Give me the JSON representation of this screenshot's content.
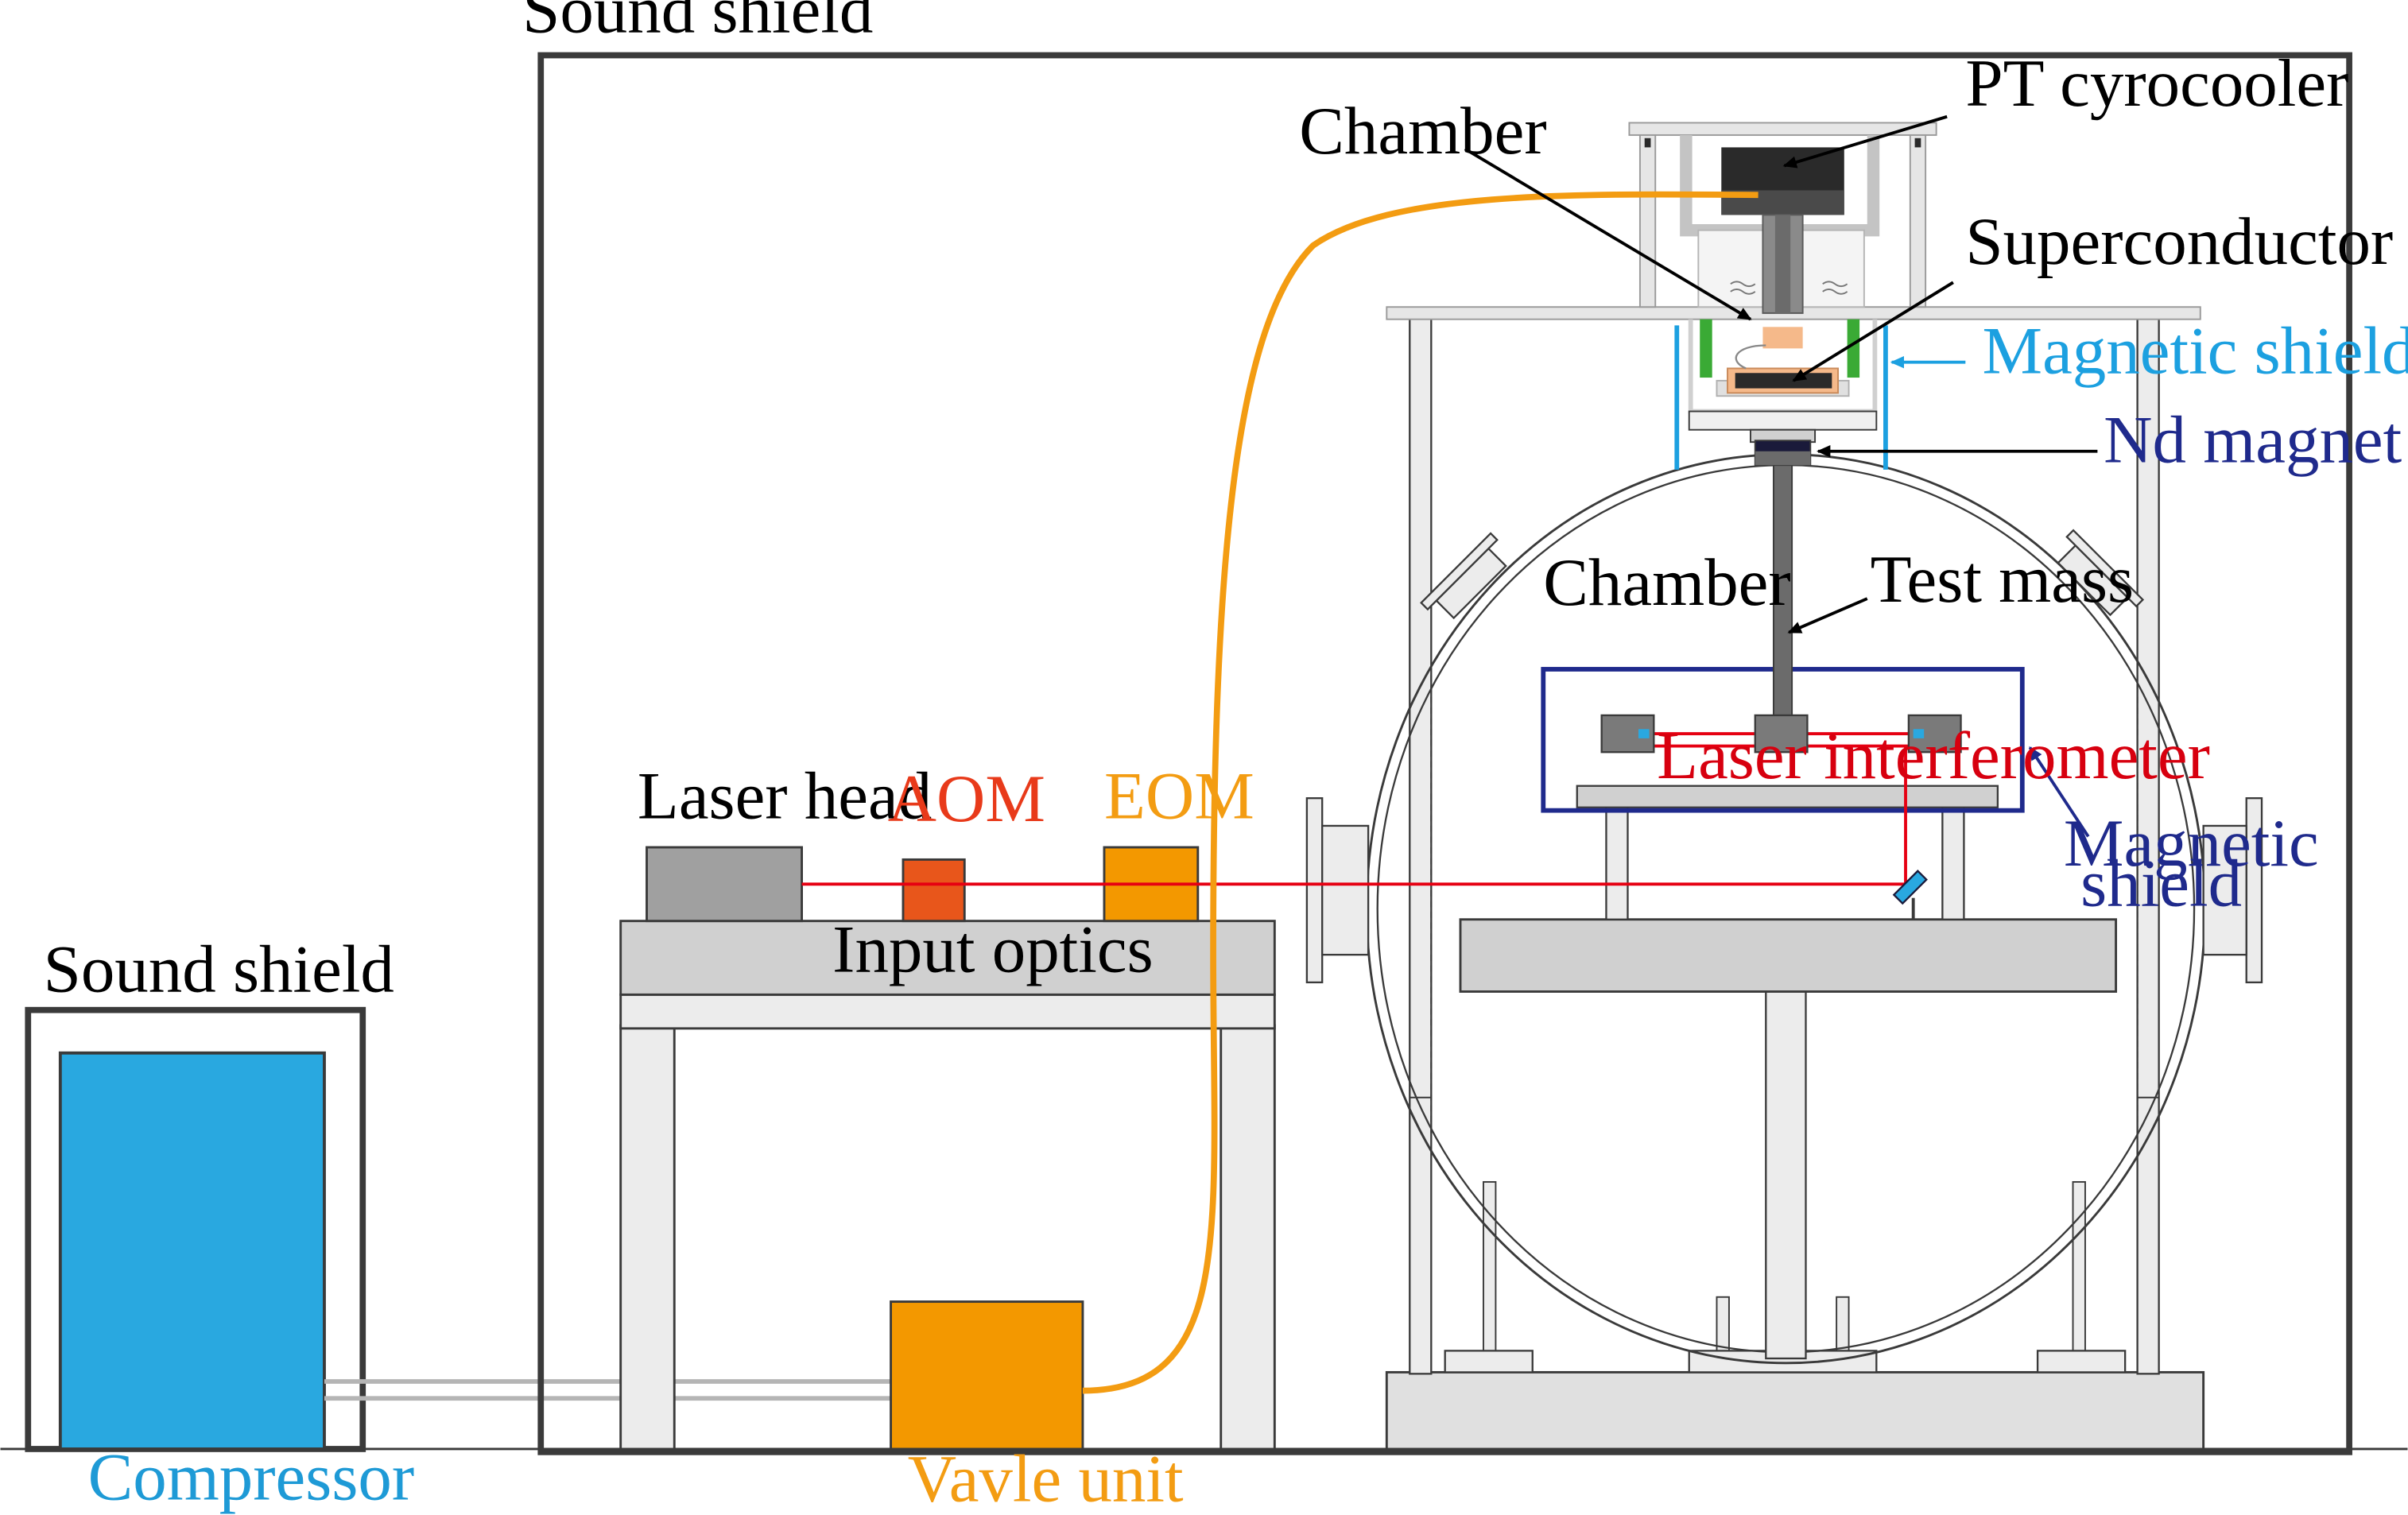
{
  "labels": {
    "sound_shield_main": "Sound shield",
    "sound_shield_compressor": "Sound shield",
    "compressor": "Compressor",
    "valve_unit": "Vavle unit",
    "laser_head": "Laser head",
    "aom": "AOM",
    "eom": "EOM",
    "input_optics": "Input optics",
    "chamber_top": "Chamber",
    "pt_cryocooler": "PT cyrocooler",
    "superconductor": "Superconductor",
    "magnetic_shield_top": "Magnetic shield",
    "nd_magnet": "Nd magnet",
    "chamber_main": "Chamber",
    "test_mass": "Test mass",
    "laser_interferometer": "Laser interferometer",
    "magnetic_shield_lower_1": "Magnetic",
    "magnetic_shield_lower_2": "shield"
  },
  "colors": {
    "outline": "#3a3a3a",
    "compressor_fill": "#29a8e0",
    "compressor_text": "#1e9ad6",
    "valve_fill": "#f39800",
    "helium_line": "#f39c12",
    "laser_beam": "#e60012",
    "aom_fill": "#e8561b",
    "aom_text": "#e83a1a",
    "eom_fill": "#f39800",
    "eom_text": "#f39c12",
    "laser_head_fill": "#a0a0a0",
    "table_fill": "#d0d0d0",
    "leg_fill": "#ececec",
    "mag_shield_top": "#1ca0e0",
    "mag_shield_lower": "#1f2a8c",
    "nd_magnet_text": "#1f2a8c",
    "interferometer_text": "#d7000f",
    "coil_green": "#3aaa35",
    "superconductor_fill": "#f5b98a",
    "dark_block": "#2a2a2a"
  },
  "icons": {
    "mirror": "mirror-icon",
    "arrow": "pointer-arrow-icon"
  }
}
